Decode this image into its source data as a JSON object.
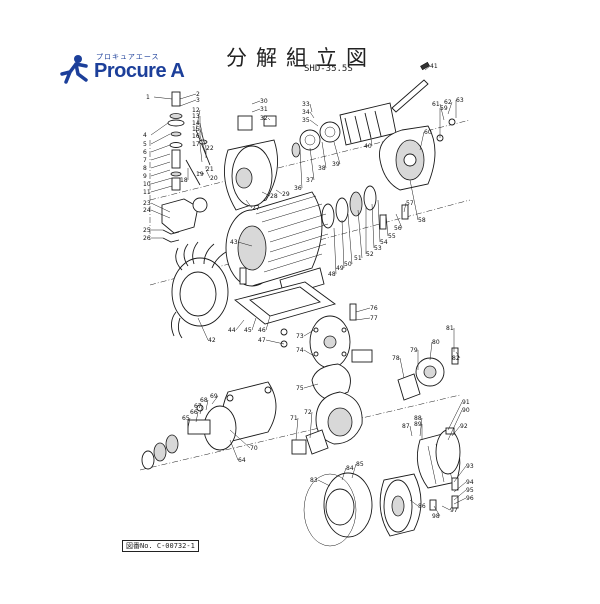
{
  "brand": {
    "name": "Procure A",
    "subtitle": "プロキュアエース",
    "accent": "#1c3f9a",
    "mark_icon": "running-figure-icon"
  },
  "header": {
    "title": "分解組立図",
    "model": "SHD-35.5S"
  },
  "footer": {
    "drawing_no": "図番No. C-00732-1"
  },
  "callouts": [
    "1",
    "2",
    "3",
    "4",
    "5",
    "6",
    "7",
    "8",
    "9",
    "10",
    "11",
    "12",
    "13",
    "14",
    "15",
    "16",
    "17",
    "18",
    "19",
    "20",
    "21",
    "22",
    "23",
    "24",
    "25",
    "26",
    "27",
    "28",
    "29",
    "30",
    "31",
    "32",
    "33",
    "34",
    "35",
    "36",
    "37",
    "38",
    "39",
    "40",
    "41",
    "42",
    "43",
    "44",
    "45",
    "46",
    "47",
    "48",
    "49",
    "50",
    "51",
    "52",
    "53",
    "54",
    "55",
    "56",
    "57",
    "58",
    "59",
    "60",
    "61",
    "62",
    "63",
    "64",
    "65",
    "66",
    "67",
    "68",
    "69",
    "70",
    "71",
    "72",
    "73",
    "74",
    "75",
    "76",
    "77",
    "78",
    "79",
    "80",
    "81",
    "82",
    "83",
    "84",
    "85",
    "86",
    "87",
    "88",
    "89",
    "90",
    "91",
    "92",
    "93",
    "94",
    "95",
    "96",
    "97",
    "98"
  ]
}
